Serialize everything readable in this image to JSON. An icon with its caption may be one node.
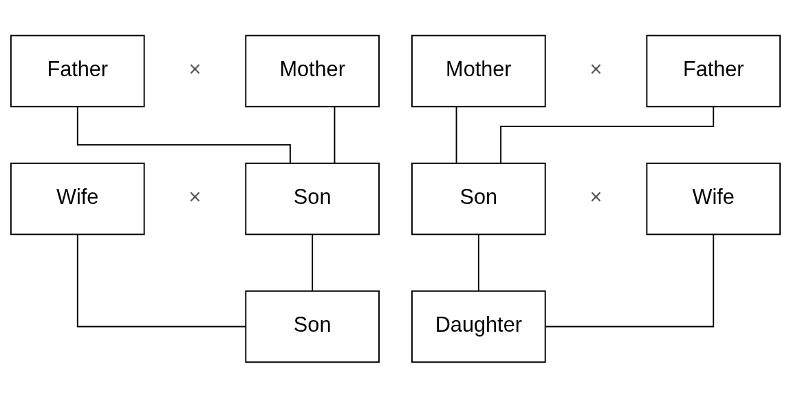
{
  "diagram": {
    "nodes": [
      {
        "text": [
          "Father"
        ]
      },
      {
        "text": [
          "Mother"
        ]
      },
      {
        "text": [
          "Wife"
        ]
      },
      {
        "text": [
          "Son"
        ]
      },
      {
        "text": [
          "Son"
        ]
      },
      {
        "text": [
          "Mother"
        ]
      },
      {
        "text": [
          "Father"
        ]
      },
      {
        "text": [
          "Son"
        ]
      },
      {
        "text": [
          "Wife"
        ]
      },
      {
        "text": [
          "Daughter"
        ]
      }
    ],
    "edges": [
      {
        "from": 0,
        "to": 3,
        "arrow": "none"
      },
      {
        "from": 1,
        "to": 3,
        "arrow": "none"
      },
      {
        "from": 2,
        "to": 4,
        "arrow": "none"
      },
      {
        "from": 3,
        "to": 4,
        "arrow": "none"
      },
      {
        "from": 5,
        "to": 7,
        "arrow": "none"
      },
      {
        "from": 6,
        "to": 7,
        "arrow": "none"
      },
      {
        "from": 7,
        "to": 9,
        "arrow": "none"
      },
      {
        "from": 8,
        "to": 9,
        "arrow": "none"
      }
    ],
    "labels": [
      "×",
      "×",
      "×",
      "×"
    ]
  }
}
